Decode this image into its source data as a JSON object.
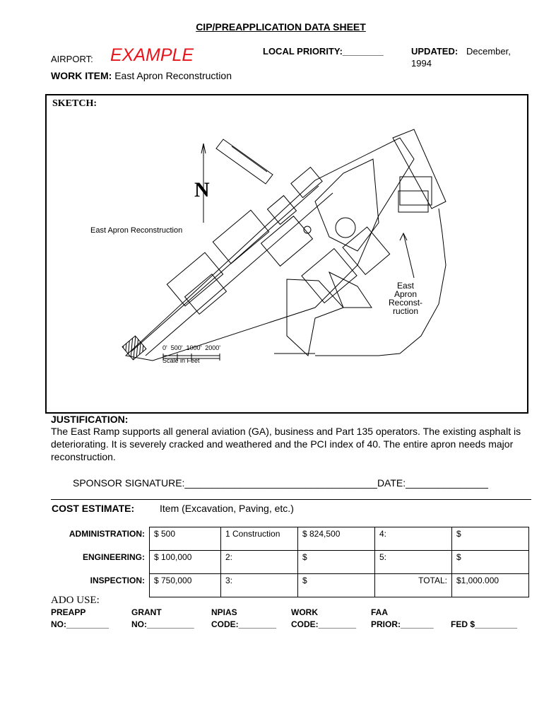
{
  "title": "CIP/PREAPPLICATION DATA SHEET",
  "airport_label": "AIRPORT:",
  "airport_value": "EXAMPLE",
  "priority_label": "LOCAL PRIORITY:________",
  "updated_label": "UPDATED:",
  "updated_value_1": "December,",
  "updated_value_2": "1994",
  "work_item_label": "WORK ITEM:",
  "work_item_value": "East Apron Reconstruction",
  "sketch": {
    "label": "SKETCH:",
    "north": "N",
    "left_label": "East Apron Reconstruction",
    "callout_lines": [
      "East",
      "Apron",
      "Reconst-",
      "ruction"
    ],
    "scale_ticks": "0'  500'  1000'  2000'",
    "scale_caption": "Scale in Feet"
  },
  "justification_title": "JUSTIFICATION:",
  "justification_text": "The East Ramp supports all general aviation (GA), business and Part 135 operators.  The existing asphalt is deteriorating.  It is severely cracked and weathered and the PCI index of 40.  The entire apron needs major reconstruction.",
  "signature_line": "SPONSOR SIGNATURE:___________________________________DATE:_______________",
  "cost_title": "COST ESTIMATE:",
  "cost_item": "Item (Excavation, Paving, etc.)",
  "cost_rows": [
    {
      "label": "ADMINISTRATION:",
      "c1": "$ 500",
      "c2": "1 Construction",
      "c3": "$ 824,500",
      "c4": "4:",
      "c5": "$"
    },
    {
      "label": "ENGINEERING:",
      "c1": "$ 100,000",
      "c2": "2:",
      "c3": "$",
      "c4": "5:",
      "c5": "$"
    },
    {
      "label": "INSPECTION:",
      "c1": "$  750,000",
      "c2": "3:",
      "c3": "$",
      "c4": "TOTAL:",
      "c5": "$1,000.000"
    }
  ],
  "ado_use": "ADO USE:",
  "ado_fields": [
    {
      "line1": "PREAPP",
      "line2": "NO:_________"
    },
    {
      "line1": "GRANT",
      "line2": "NO:__________"
    },
    {
      "line1": "NPIAS",
      "line2": "CODE:________"
    },
    {
      "line1": "WORK",
      "line2": "CODE:________"
    },
    {
      "line1": "FAA",
      "line2": "PRIOR:_______"
    },
    {
      "line1": "",
      "line2": "FED $_________"
    }
  ]
}
